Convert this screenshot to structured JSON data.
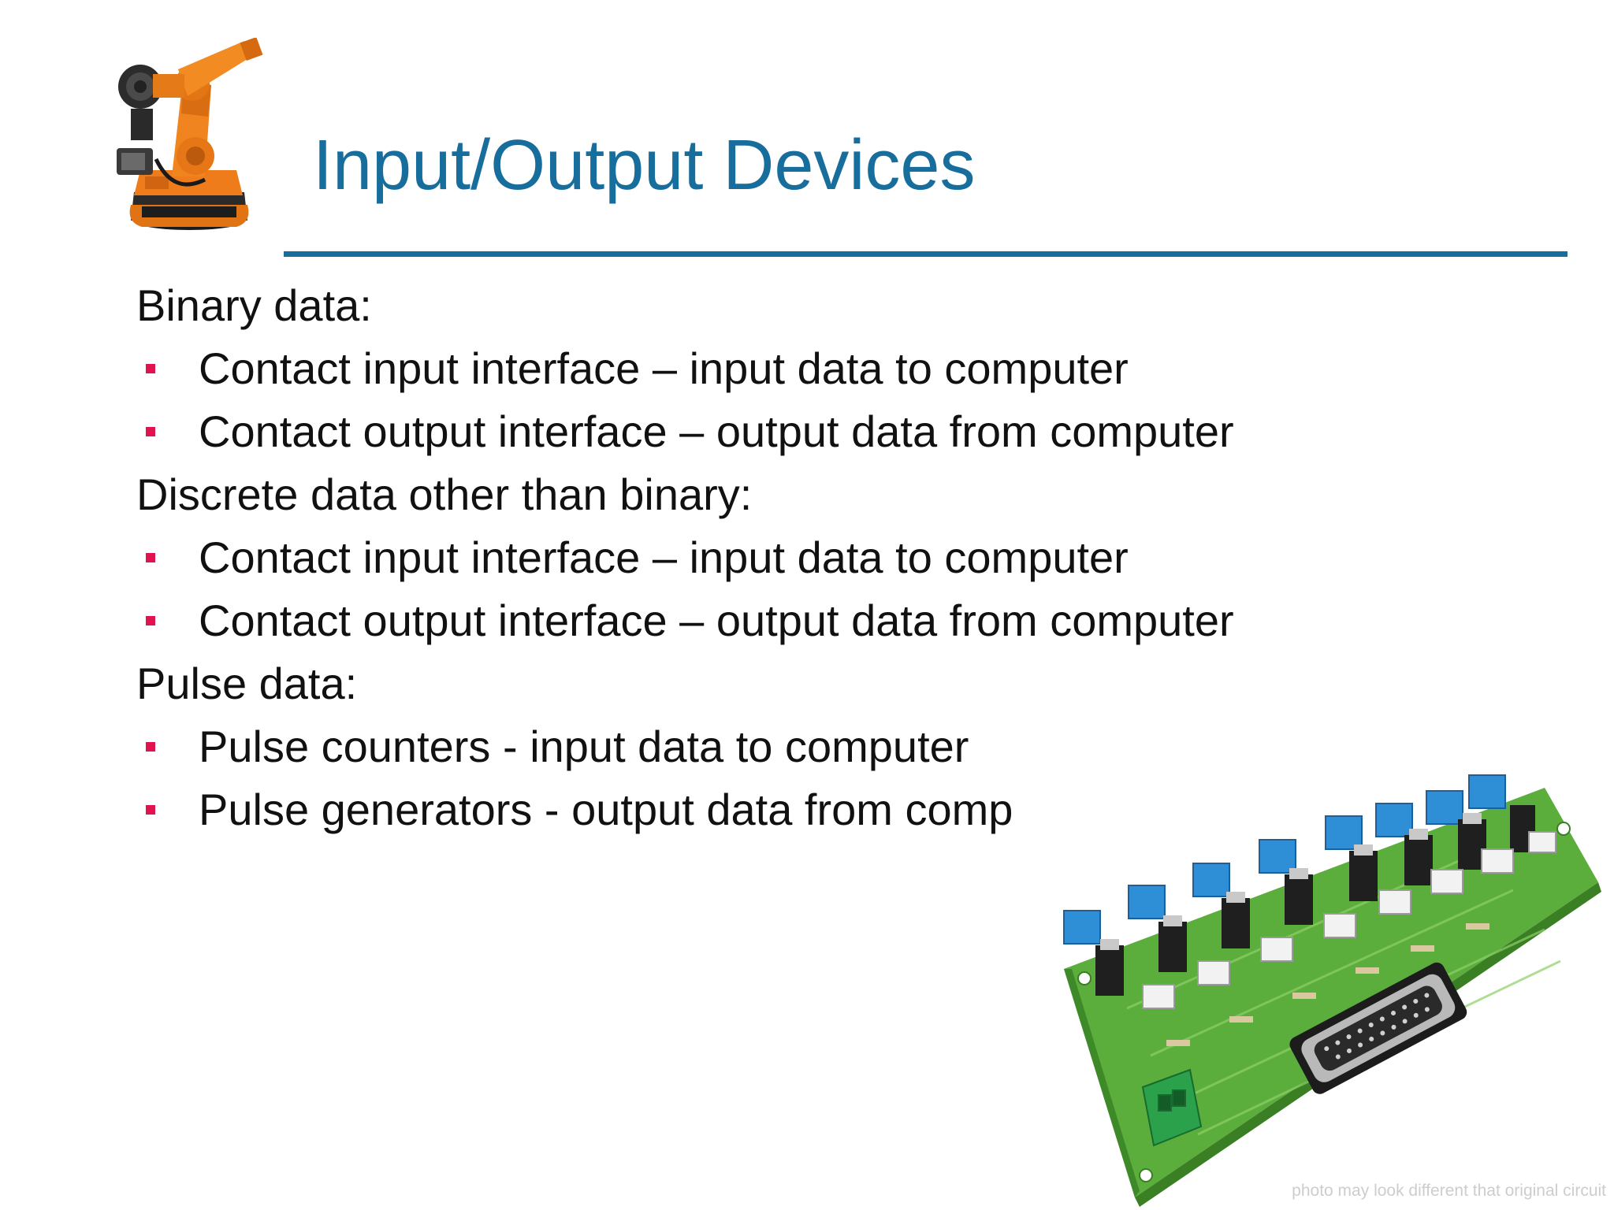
{
  "slide": {
    "title": "Input/Output Devices",
    "sections": [
      {
        "heading": "Binary data:",
        "bullets": [
          "Contact input interface – input data to computer",
          "Contact output interface – output data from computer"
        ]
      },
      {
        "heading": "Discrete data other than binary:",
        "bullets": [
          "Contact input interface – input data to computer",
          "Contact output interface – output data from computer"
        ]
      },
      {
        "heading": "Pulse data:",
        "bullets": [
          "Pulse counters - input data to computer",
          "Pulse generators - output data from comp"
        ]
      }
    ],
    "photo_caption": "photo may look different that original circuit"
  },
  "colors": {
    "title": "#176d9c",
    "rule": "#176d9c",
    "bullet": "#e0124f",
    "text": "#111111",
    "caption": "#cdcdcd"
  },
  "icons": {
    "logo": "industrial-robot-arm",
    "bullet": "square-bullet"
  }
}
